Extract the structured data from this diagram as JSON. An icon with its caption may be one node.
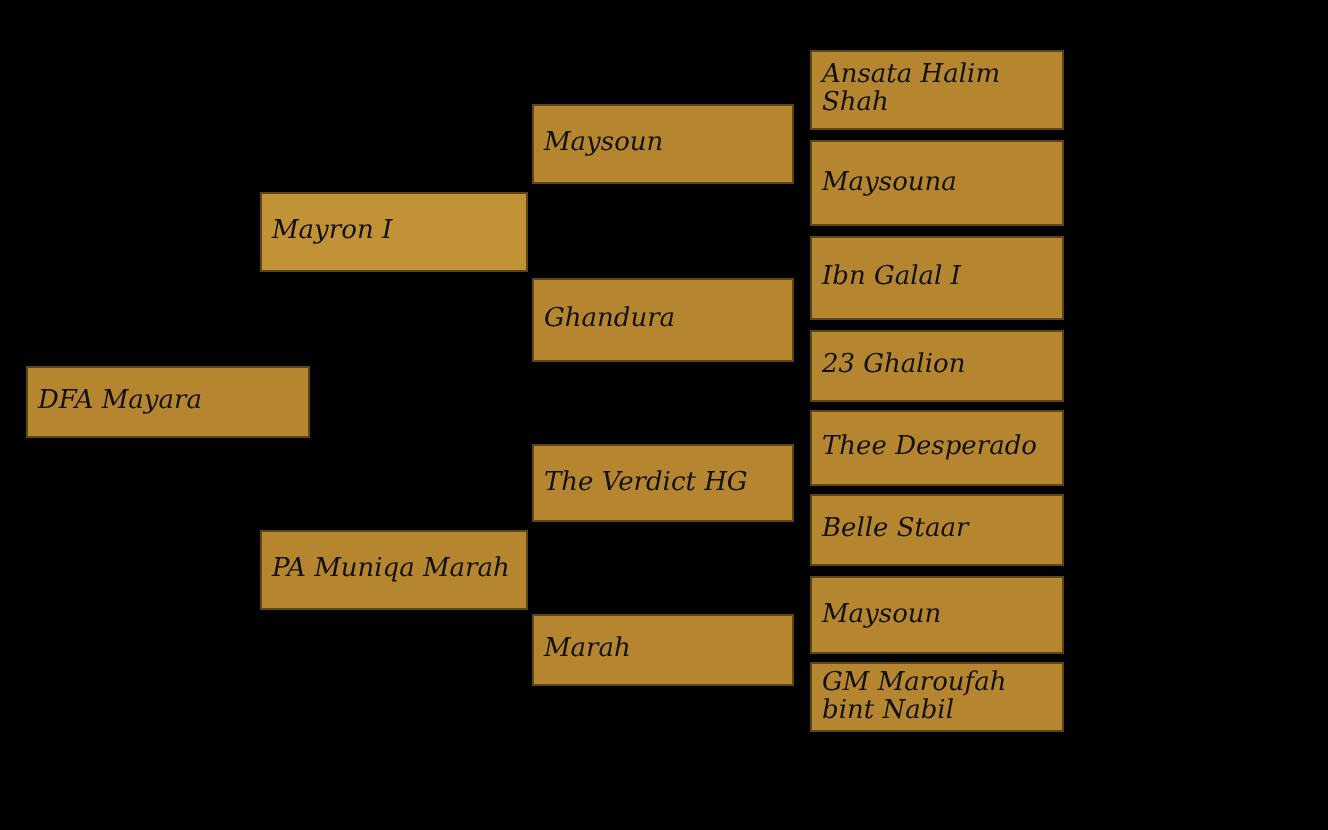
{
  "diagram": {
    "nodes": [
      {
        "text": [
          "DFA Mayara"
        ]
      },
      {
        "text": [
          "Mayron I"
        ]
      },
      {
        "text": [
          "PA Muniqa Marah"
        ]
      },
      {
        "text": [
          "Maysoun"
        ]
      },
      {
        "text": [
          "Ghandura"
        ]
      },
      {
        "text": [
          "The Verdict HG"
        ]
      },
      {
        "text": [
          "Marah"
        ]
      },
      {
        "text": [
          "Ansata Halim Shah"
        ]
      },
      {
        "text": [
          "Maysouna"
        ]
      },
      {
        "text": [
          "Ibn Galal I"
        ]
      },
      {
        "text": [
          "23 Ghalion"
        ]
      },
      {
        "text": [
          "Thee Desperado"
        ]
      },
      {
        "text": [
          "Belle Staar"
        ]
      },
      {
        "text": [
          "Maysoun"
        ]
      },
      {
        "text": [
          "GM Maroufah bint Nabil"
        ]
      }
    ]
  }
}
